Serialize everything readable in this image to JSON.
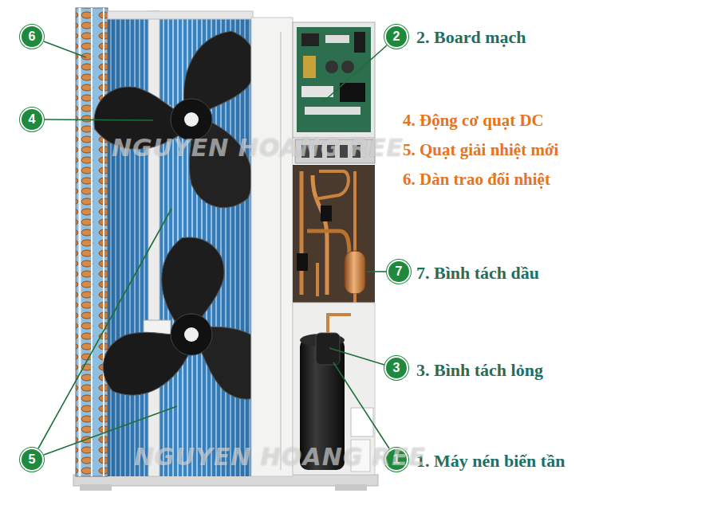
{
  "diagram": {
    "nodes": [
      {
        "text": [
          "6"
        ]
      },
      {
        "text": [
          "2"
        ]
      },
      {
        "text": [
          "4"
        ]
      },
      {
        "text": [
          "7"
        ]
      },
      {
        "text": [
          "3"
        ]
      },
      {
        "text": [
          "5"
        ]
      },
      {
        "text": [
          "1"
        ]
      }
    ],
    "labels": [
      "2. Board mạch",
      "4. Động cơ quạt DC",
      "5. Quạt giải nhiệt mới",
      "6. Dàn trao đổi nhiệt",
      "7. Bình tách dầu",
      "3. Bình tách lỏng",
      "1. Máy nén biến tần",
      "NGUYEN HOANG REE",
      "NGUYEN HOANG REE"
    ]
  }
}
